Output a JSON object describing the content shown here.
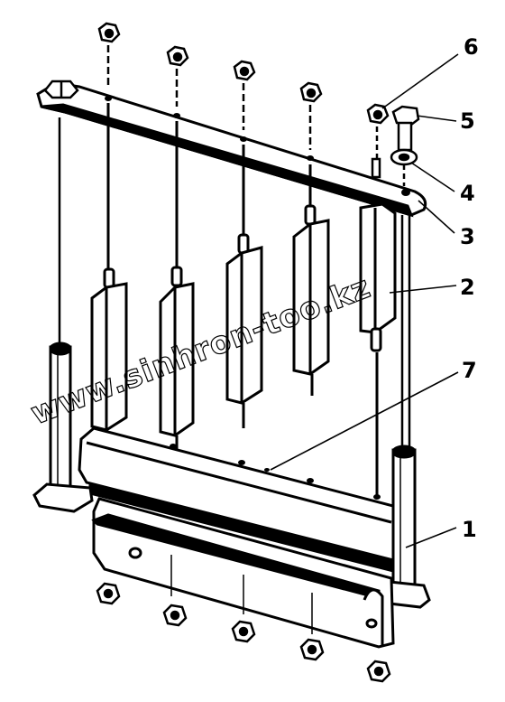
{
  "diagram": {
    "callouts": [
      "6",
      "5",
      "4",
      "3",
      "2",
      "7",
      "1"
    ],
    "watermark": "www.sinhron-too.kz",
    "colors": {
      "line": "#000000",
      "paper": "#ffffff"
    }
  }
}
